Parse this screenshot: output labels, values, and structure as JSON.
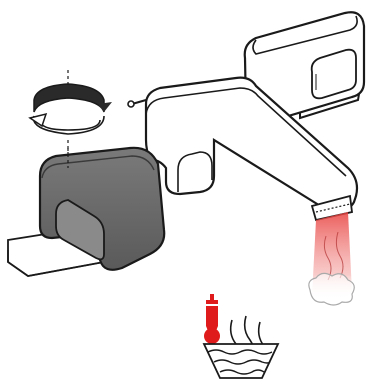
{
  "diagram": {
    "components": [
      {
        "name": "faucet-body"
      },
      {
        "name": "faucet-cover-cap"
      },
      {
        "name": "base-cover-dark"
      },
      {
        "name": "rotation-arrow"
      },
      {
        "name": "heated-water-stream"
      },
      {
        "name": "thermometer"
      },
      {
        "name": "hot-water-basin"
      }
    ],
    "colors": {
      "outline": "#1a1a1a",
      "cover_dark": "#6b6b6b",
      "cover_window": "#8a8a8a",
      "stream_red": "#e8413e",
      "thermometer_red": "#e01b1b",
      "background": "#ffffff"
    }
  }
}
